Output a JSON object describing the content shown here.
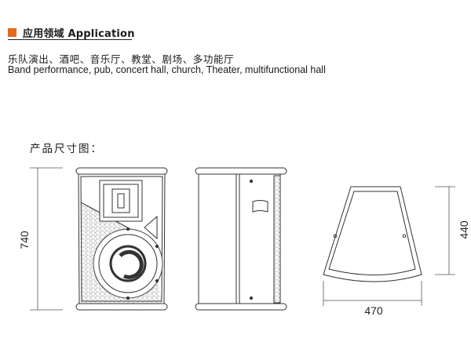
{
  "application": {
    "heading": "应用领域 Application",
    "cn": "乐队演出、酒吧、音乐厅、教堂、剧场、多功能厅",
    "en": "Band performance, pub, concert hall, church, Theater, multifunctional hall"
  },
  "dimensions": {
    "title": "产品尺寸图：",
    "height_label": "740",
    "depth_label": "440",
    "width_label": "470"
  },
  "colors": {
    "accent": "#e26b1d",
    "line": "#333333"
  }
}
